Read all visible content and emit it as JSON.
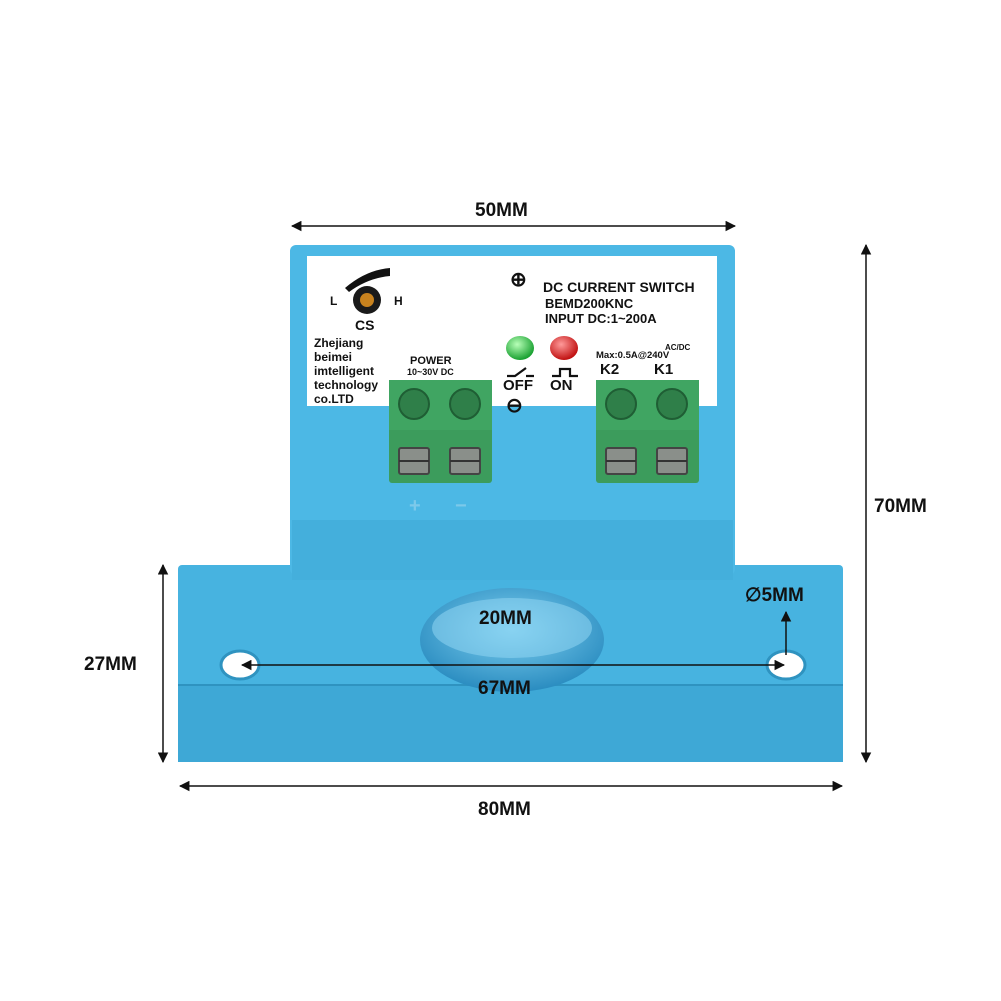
{
  "dimensions": {
    "top_width": "50MM",
    "total_height": "70MM",
    "base_height": "27MM",
    "base_width": "80MM",
    "hole_spacing": "67MM",
    "window_diameter": "20MM",
    "hole_diameter": "∅5MM"
  },
  "label": {
    "title": "DC CURRENT SWITCH",
    "model": "BEMD200KNC",
    "input": "INPUT DC:1~200A",
    "knob_low": "L",
    "knob_high": "H",
    "knob_name": "CS",
    "maker_lines": [
      "Zhejiang",
      "beimei",
      "imtelligent",
      "technology",
      "co.LTD"
    ],
    "power_title": "POWER",
    "power_range": "10~30V DC",
    "off_label": "OFF",
    "on_label": "ON",
    "acdc": "AC/DC",
    "max_rating": "Max:0.5A@240V",
    "k2": "K2",
    "k1": "K1",
    "plus_terminal": "+",
    "minus_terminal": "−",
    "plus_symbol": "⊕",
    "minus_symbol": "⊖"
  },
  "colors": {
    "housing": "#49b6e3",
    "terminal_block": "#3a9a5a",
    "led_green": "#22c040",
    "led_red": "#d42020"
  }
}
